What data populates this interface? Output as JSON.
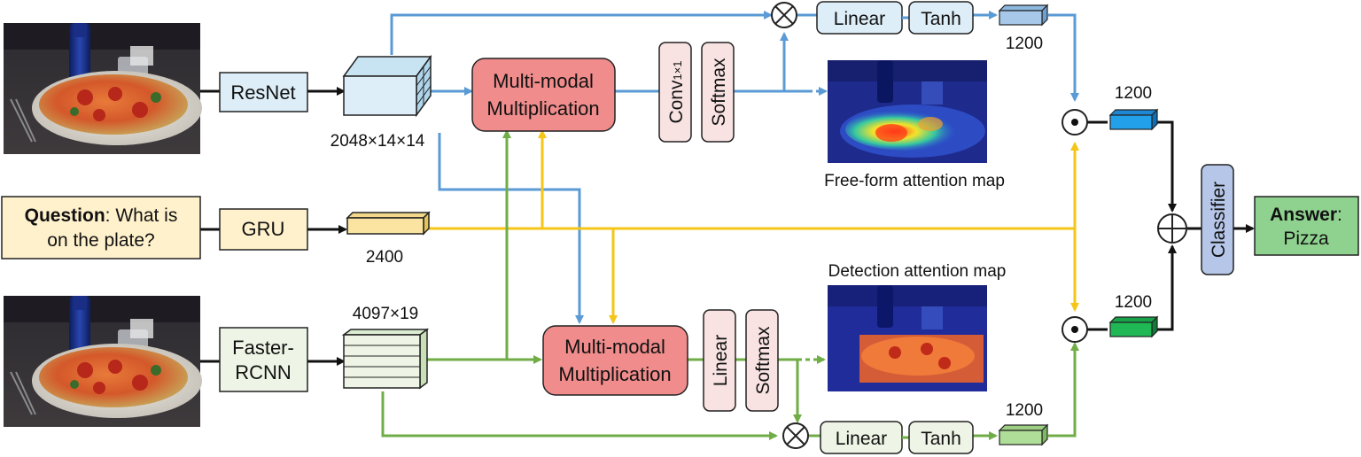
{
  "image_top": {
    "label": ""
  },
  "image_bottom": {
    "label": ""
  },
  "resnet": {
    "label": "ResNet"
  },
  "faster_rcnn": {
    "line1": "Faster-",
    "line2": "RCNN"
  },
  "gru": {
    "label": "GRU"
  },
  "question": {
    "bold": "Question",
    "rest_line1": ": What is",
    "line2": "on the plate?"
  },
  "dims": {
    "resnet_feat": "2048×14×14",
    "rcnn_feat": "4097×19",
    "gru_feat": "2400",
    "top_out": "1200",
    "top_branch": "1200",
    "bottom_branch": "1200",
    "bottom_out": "1200"
  },
  "mm_top": {
    "line1": "Multi-modal",
    "line2": "Multiplication"
  },
  "mm_bottom": {
    "line1": "Multi-modal",
    "line2": "Multiplication"
  },
  "conv": {
    "main": "Conv",
    "sub": "1×1"
  },
  "softmax_top": {
    "label": "Softmax"
  },
  "linear_vert": {
    "label": "Linear"
  },
  "softmax_bottom": {
    "label": "Softmax"
  },
  "linear_top": {
    "label": "Linear"
  },
  "tanh_top": {
    "label": "Tanh"
  },
  "linear_bottom": {
    "label": "Linear"
  },
  "tanh_bottom": {
    "label": "Tanh"
  },
  "free_form_map": {
    "caption": "Free-form attention map"
  },
  "detection_map": {
    "caption": "Detection attention map"
  },
  "classifier": {
    "label": "Classifier"
  },
  "answer": {
    "bold": "Answer",
    "colon": ":",
    "line2": "Pizza"
  },
  "colors": {
    "blue_arrow": "#5b9bd5",
    "yellow_arrow": "#f5c518",
    "green_arrow": "#70ad47",
    "black_arrow": "#111111",
    "mm_fill": "#f08c8c",
    "pink_fill": "#f8e2e2",
    "light_blue_fill": "#deeef8",
    "light_green_fill": "#eef5e6",
    "question_fill": "#fff1cc",
    "answer_fill": "#8fd18f",
    "classifier_fill": "#b6c6e8"
  }
}
